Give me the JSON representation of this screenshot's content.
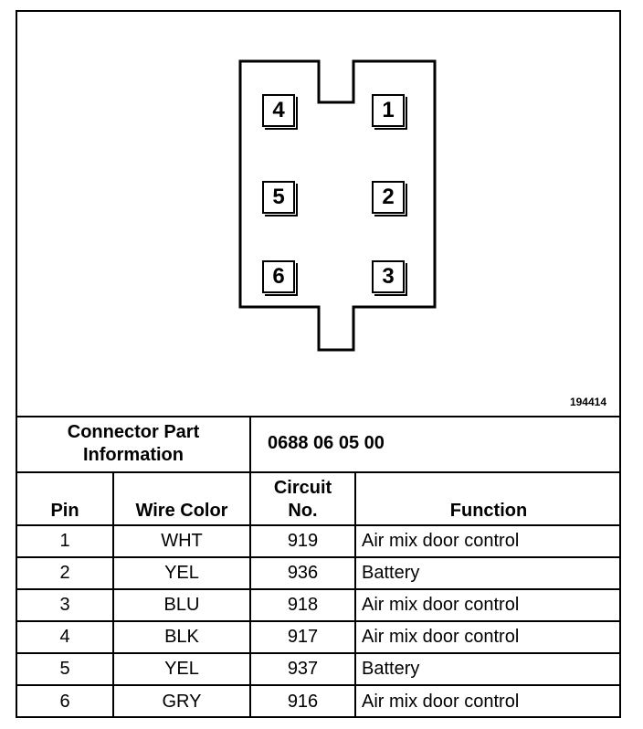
{
  "diagram": {
    "id": "194414",
    "pins": [
      {
        "label": "4"
      },
      {
        "label": "1"
      },
      {
        "label": "5"
      },
      {
        "label": "2"
      },
      {
        "label": "6"
      },
      {
        "label": "3"
      }
    ]
  },
  "connector_info": {
    "label_line1": "Connector Part",
    "label_line2": "Information",
    "part_number": "0688 06 05 00"
  },
  "table": {
    "headers": {
      "pin": "Pin",
      "wire_color": "Wire Color",
      "circuit_line1": "Circuit",
      "circuit_line2": "No.",
      "function": "Function"
    },
    "rows": [
      {
        "pin": "1",
        "wire_color": "WHT",
        "circuit": "919",
        "function": "Air mix door control"
      },
      {
        "pin": "2",
        "wire_color": "YEL",
        "circuit": "936",
        "function": "Battery"
      },
      {
        "pin": "3",
        "wire_color": "BLU",
        "circuit": "918",
        "function": "Air mix door control"
      },
      {
        "pin": "4",
        "wire_color": "BLK",
        "circuit": "917",
        "function": "Air mix door control"
      },
      {
        "pin": "5",
        "wire_color": "YEL",
        "circuit": "937",
        "function": "Battery"
      },
      {
        "pin": "6",
        "wire_color": "GRY",
        "circuit": "916",
        "function": "Air mix door control"
      }
    ]
  }
}
